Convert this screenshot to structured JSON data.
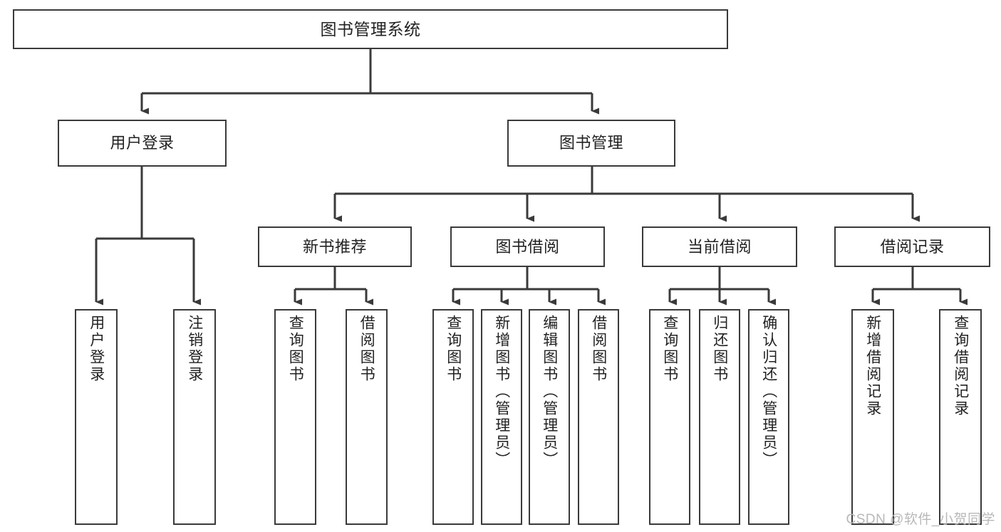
{
  "diagram": {
    "title": "图书管理系统",
    "watermark": "CSDN @软件_小贺同学",
    "line_color": "#3a3a3a",
    "box_fill": "#ffffff",
    "text_color": "#222222",
    "levels": {
      "level1": [
        {
          "id": "root",
          "label": "图书管理系统"
        }
      ],
      "level2": [
        {
          "id": "user-login",
          "label": "用户登录"
        },
        {
          "id": "book-manage",
          "label": "图书管理"
        }
      ],
      "level3": [
        {
          "id": "new-book-rec",
          "label": "新书推荐"
        },
        {
          "id": "book-borrow",
          "label": "图书借阅"
        },
        {
          "id": "current-borrow",
          "label": "当前借阅"
        },
        {
          "id": "borrow-record",
          "label": "借阅记录"
        }
      ],
      "level4": [
        {
          "id": "leaf-user-login",
          "label": "用户登录"
        },
        {
          "id": "leaf-user-logout",
          "label": "注销登录"
        },
        {
          "id": "leaf-query-book-rec",
          "label": "查询图书"
        },
        {
          "id": "leaf-borrow-book-rec",
          "label": "借阅图书"
        },
        {
          "id": "leaf-query-book-borrow",
          "label": "查询图书"
        },
        {
          "id": "leaf-add-book",
          "label": "新增图书（管理员）"
        },
        {
          "id": "leaf-edit-book",
          "label": "编辑图书（管理员）"
        },
        {
          "id": "leaf-borrow-book",
          "label": "借阅图书"
        },
        {
          "id": "leaf-query-book-current",
          "label": "查询图书"
        },
        {
          "id": "leaf-return-book",
          "label": "归还图书"
        },
        {
          "id": "leaf-confirm-return",
          "label": "确认归还（管理员）"
        },
        {
          "id": "leaf-add-record",
          "label": "新增借阅记录"
        },
        {
          "id": "leaf-query-record",
          "label": "查询借阅记录"
        }
      ]
    }
  }
}
